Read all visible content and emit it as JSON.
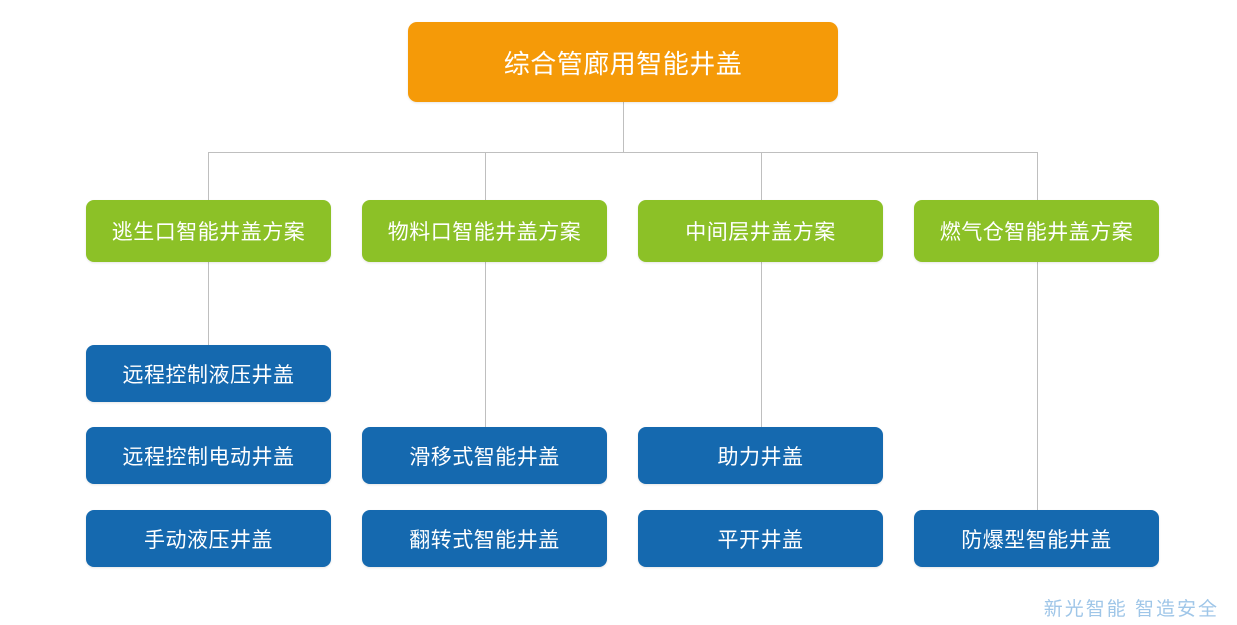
{
  "diagram": {
    "root": {
      "label": "综合管廊用智能井盖",
      "color": "#f59a08"
    },
    "categories": [
      {
        "label": "逃生口智能井盖方案",
        "color": "#8cc127"
      },
      {
        "label": "物料口智能井盖方案",
        "color": "#8cc127"
      },
      {
        "label": "中间层井盖方案",
        "color": "#8cc127"
      },
      {
        "label": "燃气仓智能井盖方案",
        "color": "#8cc127"
      }
    ],
    "leaves": {
      "column1": [
        {
          "label": "远程控制液压井盖",
          "color": "#1569af"
        },
        {
          "label": "远程控制电动井盖",
          "color": "#1569af"
        },
        {
          "label": "手动液压井盖",
          "color": "#1569af"
        }
      ],
      "column2": [
        {
          "label": "滑移式智能井盖",
          "color": "#1569af"
        },
        {
          "label": "翻转式智能井盖",
          "color": "#1569af"
        }
      ],
      "column3": [
        {
          "label": "助力井盖",
          "color": "#1569af"
        },
        {
          "label": "平开井盖",
          "color": "#1569af"
        }
      ],
      "column4": [
        {
          "label": "防爆型智能井盖",
          "color": "#1569af"
        }
      ]
    },
    "connector_color": "#bfbfbf"
  },
  "footer": {
    "watermark": "新光智能 智造安全",
    "color": "#9fc6e8"
  }
}
